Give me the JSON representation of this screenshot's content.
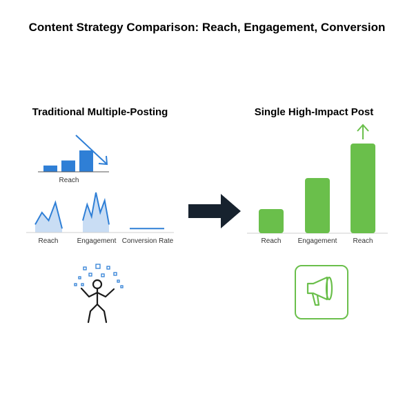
{
  "title": "Content Strategy Comparison: Reach, Engagement, Conversion",
  "colors": {
    "blue": "#2f7fd6",
    "blue_light": "#c9ddf4",
    "green": "#6abf4b",
    "arrow": "#17222e"
  },
  "left": {
    "heading": "Traditional Multiple-Posting",
    "icon": "juggling-person-icon",
    "top_chart": {
      "label": "Reach",
      "values": [
        1,
        1.8,
        3.4
      ],
      "trend": "down-arrow-icon"
    },
    "mini_charts": [
      {
        "label": "Reach",
        "kind": "area",
        "values": [
          0.2,
          0.5,
          0.3,
          0.75,
          0.1
        ]
      },
      {
        "label": "Engagement",
        "kind": "area",
        "values": [
          0.3,
          0.7,
          0.4,
          1.0,
          0.5,
          0.8,
          0.2
        ]
      },
      {
        "label": "Conversion Rate",
        "kind": "flat",
        "values": [
          0.1,
          0.1
        ]
      }
    ]
  },
  "right": {
    "heading": "Single High-Impact Post",
    "icon": "megaphone-icon",
    "chart_data": {
      "type": "bar",
      "categories": [
        "Reach",
        "Engagement",
        "Reach"
      ],
      "values": [
        35,
        80,
        130
      ],
      "trend": "up-arrow-icon"
    }
  },
  "transition_icon": "right-arrow-icon"
}
